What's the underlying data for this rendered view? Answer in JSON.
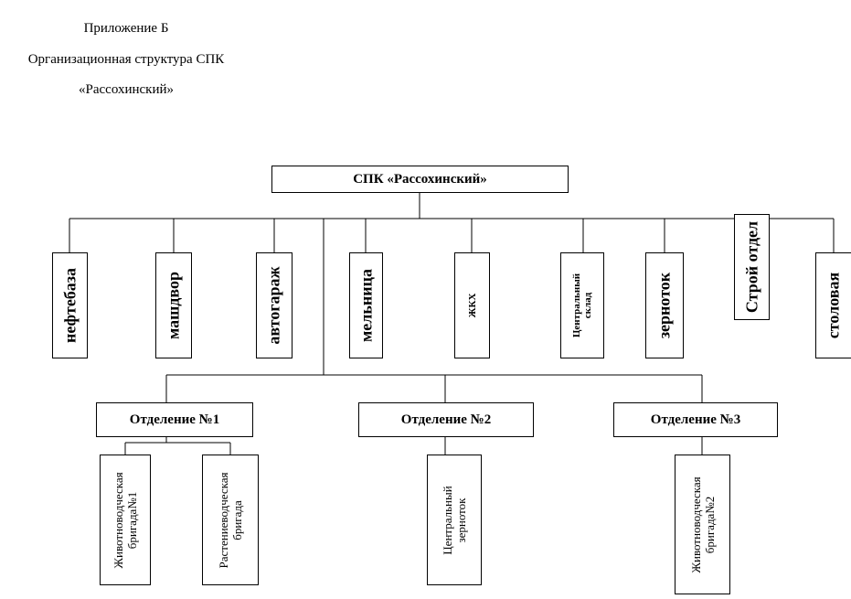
{
  "captions": {
    "appendix": "Приложение Б",
    "title": "Организационная структура СПК",
    "subtitle": "«Рассохинский»"
  },
  "root": {
    "label": "СПК «Рассохинский»"
  },
  "services": [
    {
      "label": "нефтебаза"
    },
    {
      "label": "машдвор"
    },
    {
      "label": "автогараж"
    },
    {
      "label": "мельница"
    },
    {
      "label": "ЖКХ"
    },
    {
      "label": "Центральный\nсклад"
    },
    {
      "label": "зерноток"
    },
    {
      "label": "Строй отдел"
    },
    {
      "label": "столовая"
    }
  ],
  "divisions": [
    {
      "label": "Отделение №1"
    },
    {
      "label": "Отделение №2"
    },
    {
      "label": "Отделение №3"
    }
  ],
  "units": [
    {
      "label": "Животноводческая\nбригада№1"
    },
    {
      "label": "Растениеводческая\nбригада"
    },
    {
      "label": "Центральный\nзерноток"
    },
    {
      "label": "Животноводческая\nбригада№2"
    }
  ]
}
